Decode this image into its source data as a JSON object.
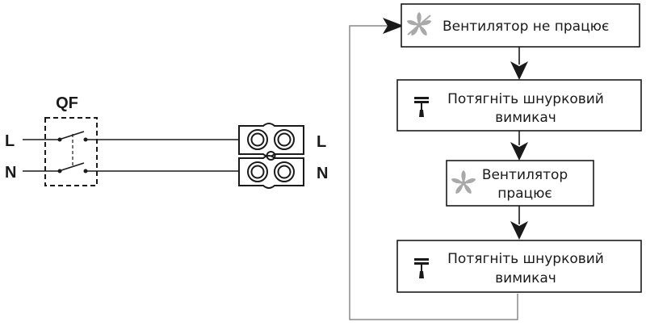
{
  "wiring": {
    "breaker_label": "QF",
    "input_l": "L",
    "input_n": "N",
    "output_l": "L",
    "output_n": "N"
  },
  "flowchart": {
    "steps": [
      {
        "lines": [
          "Вентилятор не працює"
        ],
        "icon": "fan-off-icon"
      },
      {
        "lines": [
          "Потягніть шнурковий",
          "вимикач"
        ],
        "icon": "pull-cord-icon"
      },
      {
        "lines": [
          "Вентилятор",
          "працює"
        ],
        "icon": "fan-icon"
      },
      {
        "lines": [
          "Потягніть шнурковий",
          "вимикач"
        ],
        "icon": "pull-cord-icon"
      }
    ]
  },
  "colors": {
    "stroke": "#1a1a1a",
    "box_fill": "#ffffff",
    "loop_line": "#8a8a8a",
    "fan_icon": "#a9a9a9"
  }
}
